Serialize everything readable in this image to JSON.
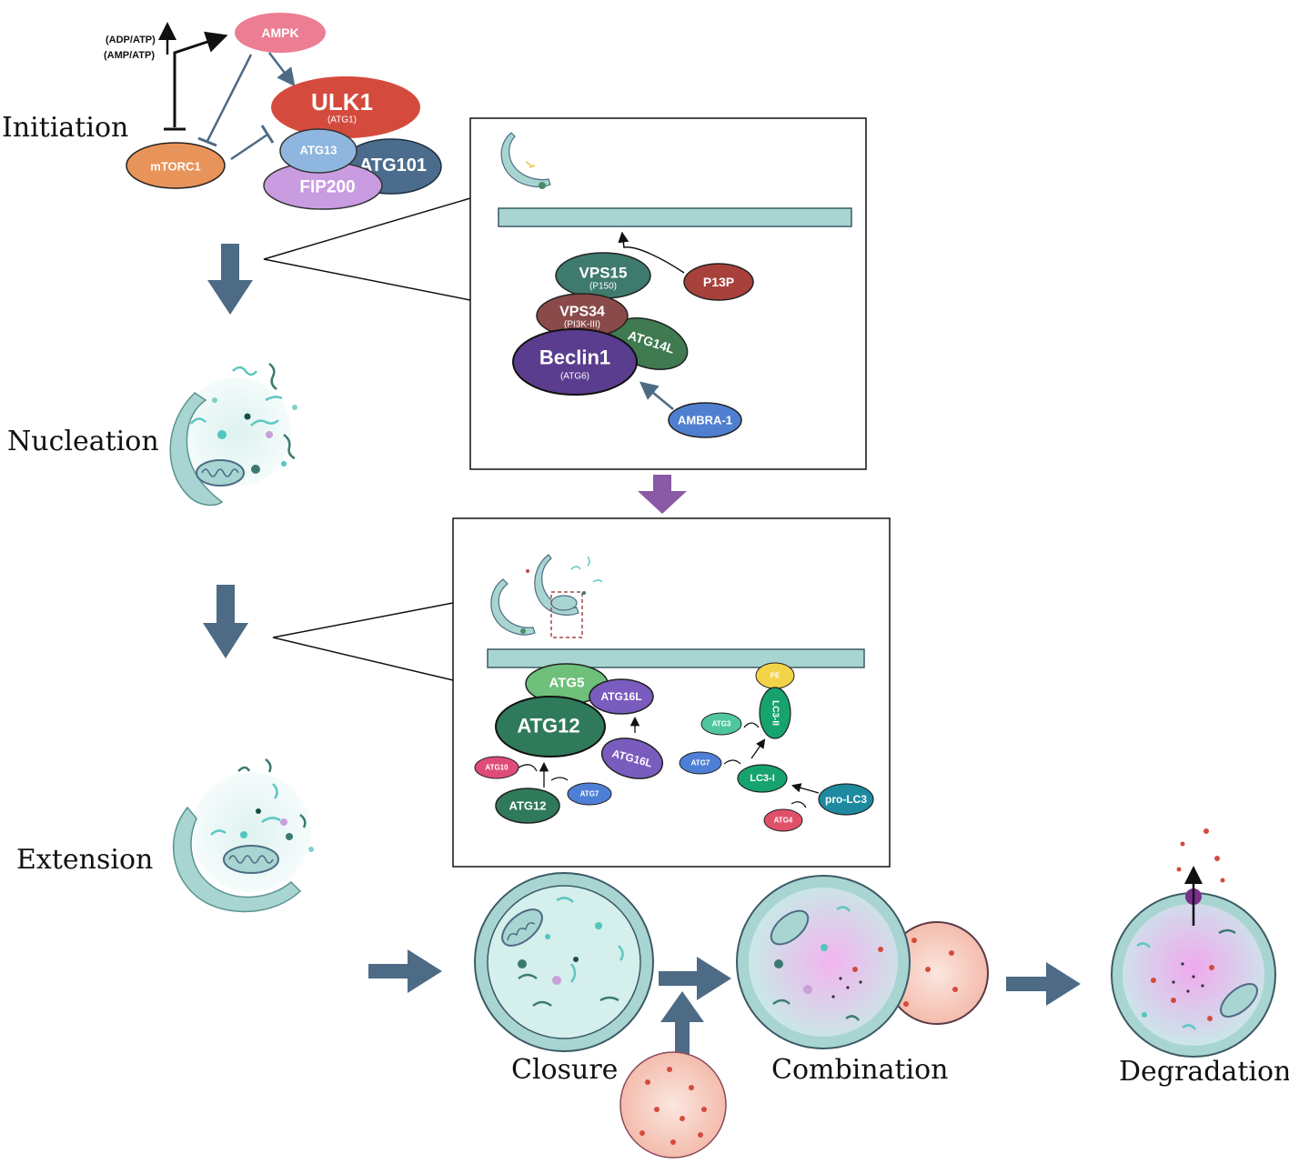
{
  "stages": {
    "initiation": "Initiation",
    "nucleation": "Nucleation",
    "extension": "Extension",
    "closure": "Closure",
    "combination": "Combination",
    "degradation": "Degradation"
  },
  "initiation_complex": {
    "ratio_top": "(ADP/ATP)",
    "ratio_bottom": "(AMP/ATP)",
    "ampk": "AMPK",
    "mtorc1": "mTORC1",
    "ulk1": "ULK1",
    "ulk1_sub": "(ATG1)",
    "atg13": "ATG13",
    "atg101": "ATG101",
    "fip200": "FIP200"
  },
  "nucleation_panel": {
    "vps15": "VPS15",
    "vps15_sub": "(P150)",
    "p13p": "P13P",
    "vps34": "VPS34",
    "vps34_sub": "(PI3K-III)",
    "atg14l": "ATG14L",
    "beclin1": "Beclin1",
    "beclin1_sub": "(ATG6)",
    "ambra1": "AMBRA-1"
  },
  "extension_panel": {
    "atg5": "ATG5",
    "atg16l_top": "ATG16L",
    "atg12_main": "ATG12",
    "atg16l_low": "ATG16L",
    "atg10": "ATG10",
    "atg12_low": "ATG12",
    "atg7_left": "ATG7",
    "pe": "PE",
    "lc3_ii": "LC3-II",
    "atg3": "ATG3",
    "atg7_right": "ATG7",
    "lc3_i": "LC3-I",
    "pro_lc3": "pro-LC3",
    "atg4": "ATG4"
  },
  "colors": {
    "arrow_blue": "#4d6b85",
    "arrow_purple": "#8a5aa6",
    "membrane": "#a8d5d1",
    "ampk": "#ec7e93",
    "mtorc1": "#e8935a",
    "ulk1": "#d44b3e",
    "atg13": "#8fb6de",
    "atg101": "#4b6c8c",
    "fip200": "#c99be0",
    "vps15": "#3f7a6e",
    "vps34": "#8a4a4a",
    "beclin1": "#5a3d8e",
    "atg14l": "#3f7a50",
    "p13p": "#a8403b",
    "ambra1": "#4f7fd0",
    "atg5": "#6ec07a",
    "atg16l": "#7a5cbf",
    "atg12": "#2f7a5a",
    "atg10": "#e04c7a",
    "atg7": "#4d7fd6",
    "pe": "#f3d34a",
    "lc3": "#16a36d",
    "atg3": "#4fc79e",
    "pro_lc3": "#1d8aa0",
    "atg4": "#e0506a"
  }
}
